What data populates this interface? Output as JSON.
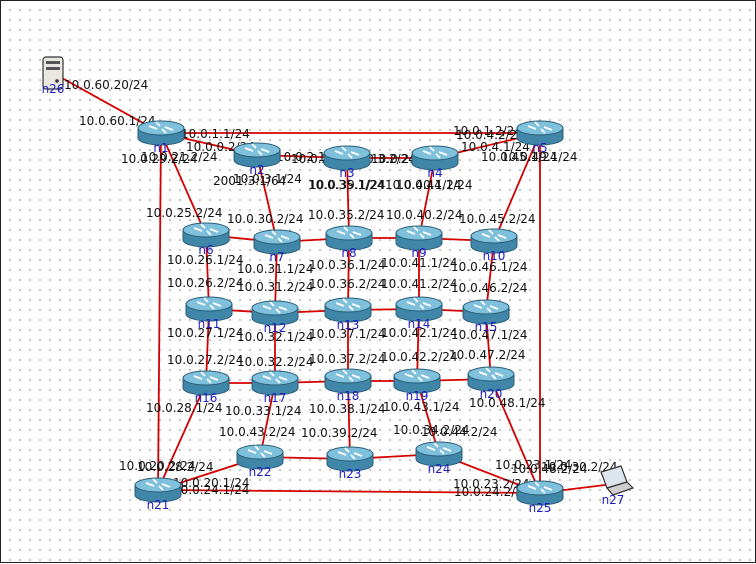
{
  "colors": {
    "link": "#d40000",
    "node_label": "#1d1dc8",
    "router_body": "#3f86a8",
    "router_top": "#7fc0dc"
  },
  "nodes": [
    {
      "id": "n1",
      "label": "n1",
      "type": "router-icon"
    },
    {
      "id": "n2",
      "label": "n2",
      "type": "router-icon"
    },
    {
      "id": "n3",
      "label": "n3",
      "type": "router-icon"
    },
    {
      "id": "n4",
      "label": "n4",
      "type": "router-icon"
    },
    {
      "id": "n5",
      "label": "n5",
      "type": "router-icon"
    },
    {
      "id": "n6",
      "label": "n6",
      "type": "router-icon"
    },
    {
      "id": "n7",
      "label": "n7",
      "type": "router-icon"
    },
    {
      "id": "n8",
      "label": "n8",
      "type": "router-icon"
    },
    {
      "id": "n9",
      "label": "n9",
      "type": "router-icon"
    },
    {
      "id": "n10",
      "label": "n10",
      "type": "router-icon"
    },
    {
      "id": "n11",
      "label": "n11",
      "type": "router-icon"
    },
    {
      "id": "n12",
      "label": "n12",
      "type": "router-icon"
    },
    {
      "id": "n13",
      "label": "n13",
      "type": "router-icon"
    },
    {
      "id": "n14",
      "label": "n14",
      "type": "router-icon"
    },
    {
      "id": "n15",
      "label": "n15",
      "type": "router-icon"
    },
    {
      "id": "n16",
      "label": "n16",
      "type": "router-icon"
    },
    {
      "id": "n17",
      "label": "n17",
      "type": "router-icon"
    },
    {
      "id": "n18",
      "label": "n18",
      "type": "router-icon"
    },
    {
      "id": "n19",
      "label": "n19",
      "type": "router-icon"
    },
    {
      "id": "n20",
      "label": "n20",
      "type": "router-icon"
    },
    {
      "id": "n21",
      "label": "n21",
      "type": "router-icon"
    },
    {
      "id": "n22",
      "label": "n22",
      "type": "router-icon"
    },
    {
      "id": "n23",
      "label": "n23",
      "type": "router-icon"
    },
    {
      "id": "n24",
      "label": "n24",
      "type": "router-icon"
    },
    {
      "id": "n25",
      "label": "n25",
      "type": "router-icon"
    },
    {
      "id": "n26",
      "label": "n26",
      "type": "server-icon"
    },
    {
      "id": "n27",
      "label": "n27",
      "type": "laptop-icon"
    }
  ],
  "links": [
    [
      "n26",
      "n1"
    ],
    [
      "n1",
      "n2"
    ],
    [
      "n2",
      "n3"
    ],
    [
      "n3",
      "n4"
    ],
    [
      "n4",
      "n5"
    ],
    [
      "n1",
      "n5"
    ],
    [
      "n1",
      "n6"
    ],
    [
      "n1",
      "n21"
    ],
    [
      "n5",
      "n10"
    ],
    [
      "n5",
      "n25"
    ],
    [
      "n21",
      "n25"
    ],
    [
      "n2",
      "n7"
    ],
    [
      "n3",
      "n8"
    ],
    [
      "n4",
      "n9"
    ],
    [
      "n6",
      "n7"
    ],
    [
      "n7",
      "n8"
    ],
    [
      "n8",
      "n9"
    ],
    [
      "n9",
      "n10"
    ],
    [
      "n6",
      "n11"
    ],
    [
      "n7",
      "n12"
    ],
    [
      "n8",
      "n13"
    ],
    [
      "n9",
      "n14"
    ],
    [
      "n10",
      "n15"
    ],
    [
      "n11",
      "n12"
    ],
    [
      "n12",
      "n13"
    ],
    [
      "n13",
      "n14"
    ],
    [
      "n14",
      "n15"
    ],
    [
      "n11",
      "n16"
    ],
    [
      "n12",
      "n17"
    ],
    [
      "n13",
      "n18"
    ],
    [
      "n14",
      "n19"
    ],
    [
      "n15",
      "n20"
    ],
    [
      "n16",
      "n17"
    ],
    [
      "n17",
      "n18"
    ],
    [
      "n18",
      "n19"
    ],
    [
      "n19",
      "n20"
    ],
    [
      "n16",
      "n21"
    ],
    [
      "n17",
      "n22"
    ],
    [
      "n18",
      "n23"
    ],
    [
      "n19",
      "n24"
    ],
    [
      "n20",
      "n25"
    ],
    [
      "n21",
      "n22"
    ],
    [
      "n22",
      "n23"
    ],
    [
      "n23",
      "n24"
    ],
    [
      "n24",
      "n25"
    ],
    [
      "n25",
      "n27"
    ]
  ],
  "link_labels": [
    "10.0.60.20/24",
    "10.0.60.1/24",
    "10.0.1.1/24",
    "10.0.0.2/24",
    "10.0.2.1/24",
    "10.0.29.2/24",
    "10.0.21.2/24",
    "10.0.4.2/24",
    "10.0.1.2/24",
    "10.0.4.1/24",
    "10.0.45.1/24",
    "10.0.49.1/24",
    "2001:3:1/64",
    "10.0.3.1/24",
    "10.0.35.1/24",
    "10.0.39.1/24",
    "10.0.40.1/24",
    "10.0.44.1/24",
    "10.0.2.1/24",
    "10.0.2.2/24",
    "10.0.3.2/24",
    "10.0.25.2/24",
    "10.0.30.2/24",
    "10.0.35.2/24",
    "10.0.40.2/24",
    "10.0.45.2/24",
    "10.0.26.1/24",
    "10.0.31.1/24",
    "10.0.36.1/24",
    "10.0.41.1/24",
    "10.0.46.1/24",
    "10.0.26.2/24",
    "10.0.31.2/24",
    "10.0.36.2/24",
    "10.0.41.2/24",
    "10.0.46.2/24",
    "10.0.27.1/24",
    "10.0.32.1/24",
    "10.0.37.1/24",
    "10.0.42.1/24",
    "10.0.47.1/24",
    "10.0.27.2/24",
    "10.0.32.2/24",
    "10.0.37.2/24",
    "10.0.42.2/24",
    "10.0.47.2/24",
    "10.0.28.1/24",
    "10.0.33.1/24",
    "10.0.38.1/24",
    "10.0.43.1/24",
    "10.0.48.1/24",
    "10.0.43.2/24",
    "10.0.39.2/24",
    "10.0.34.2/24",
    "10.0.44.2/24",
    "10.0.20.2/24",
    "10.0.28.2/24",
    "10.0.20.1/24",
    "10.0.24.1/24",
    "10.0.23.1/24",
    "10.0.23.2/24",
    "10.0.24.2/24",
    "10.0.48.2/24",
    "10.0.30.2/24"
  ]
}
